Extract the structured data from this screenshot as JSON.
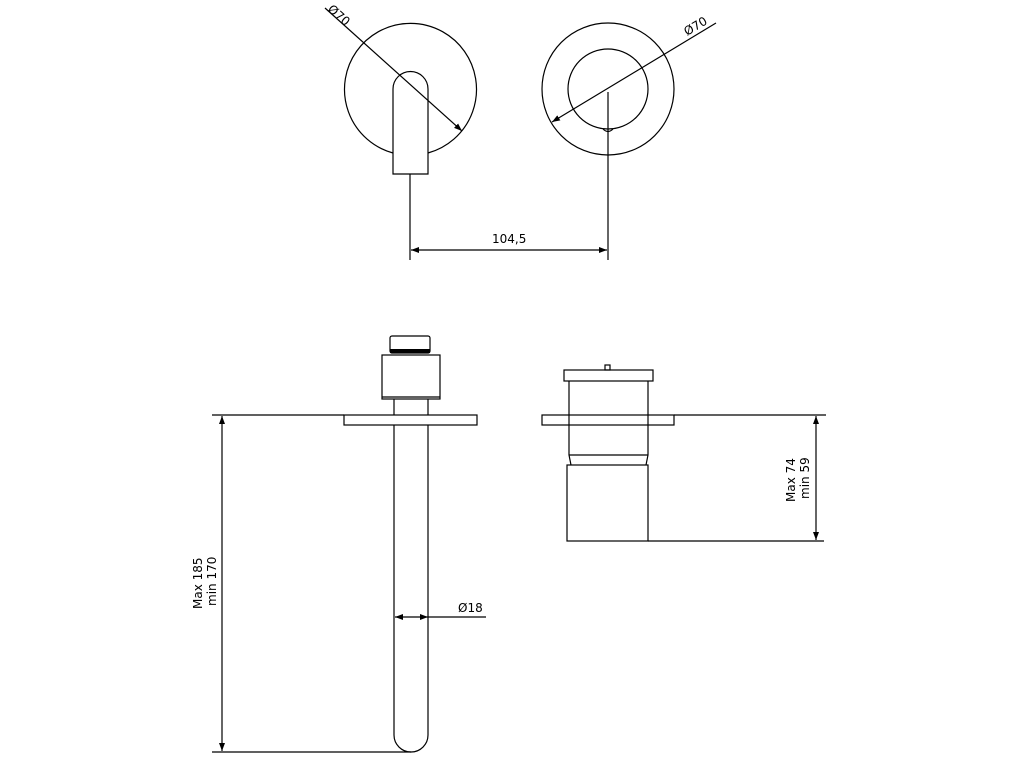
{
  "front_view": {
    "handle_plate_diameter": "Ø70",
    "valve_plate_diameter": "Ø70",
    "center_distance": "104,5"
  },
  "side_view": {
    "spout_length_max": "Max 185",
    "spout_length_min": "min 170",
    "spout_diameter": "Ø18",
    "valve_depth_max": "Max 74",
    "valve_depth_min": "min 59"
  }
}
